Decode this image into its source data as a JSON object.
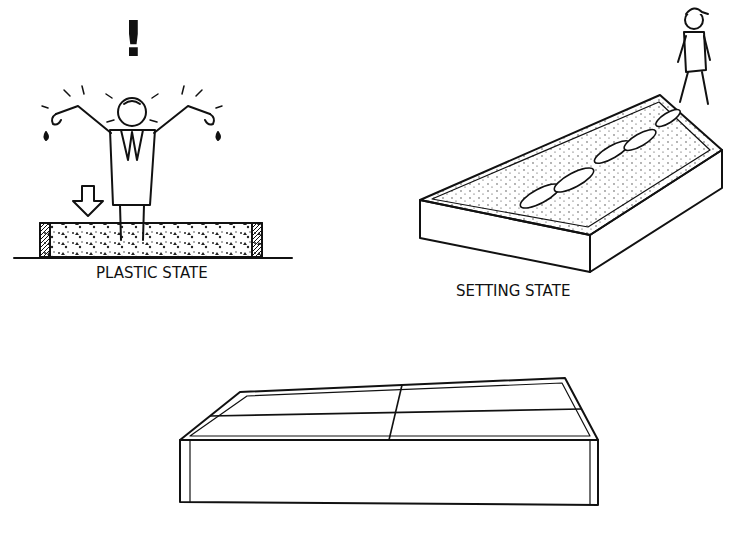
{
  "diagram": {
    "labels": [
      "!",
      "PLASTIC STATE",
      "SETTING STATE"
    ]
  }
}
